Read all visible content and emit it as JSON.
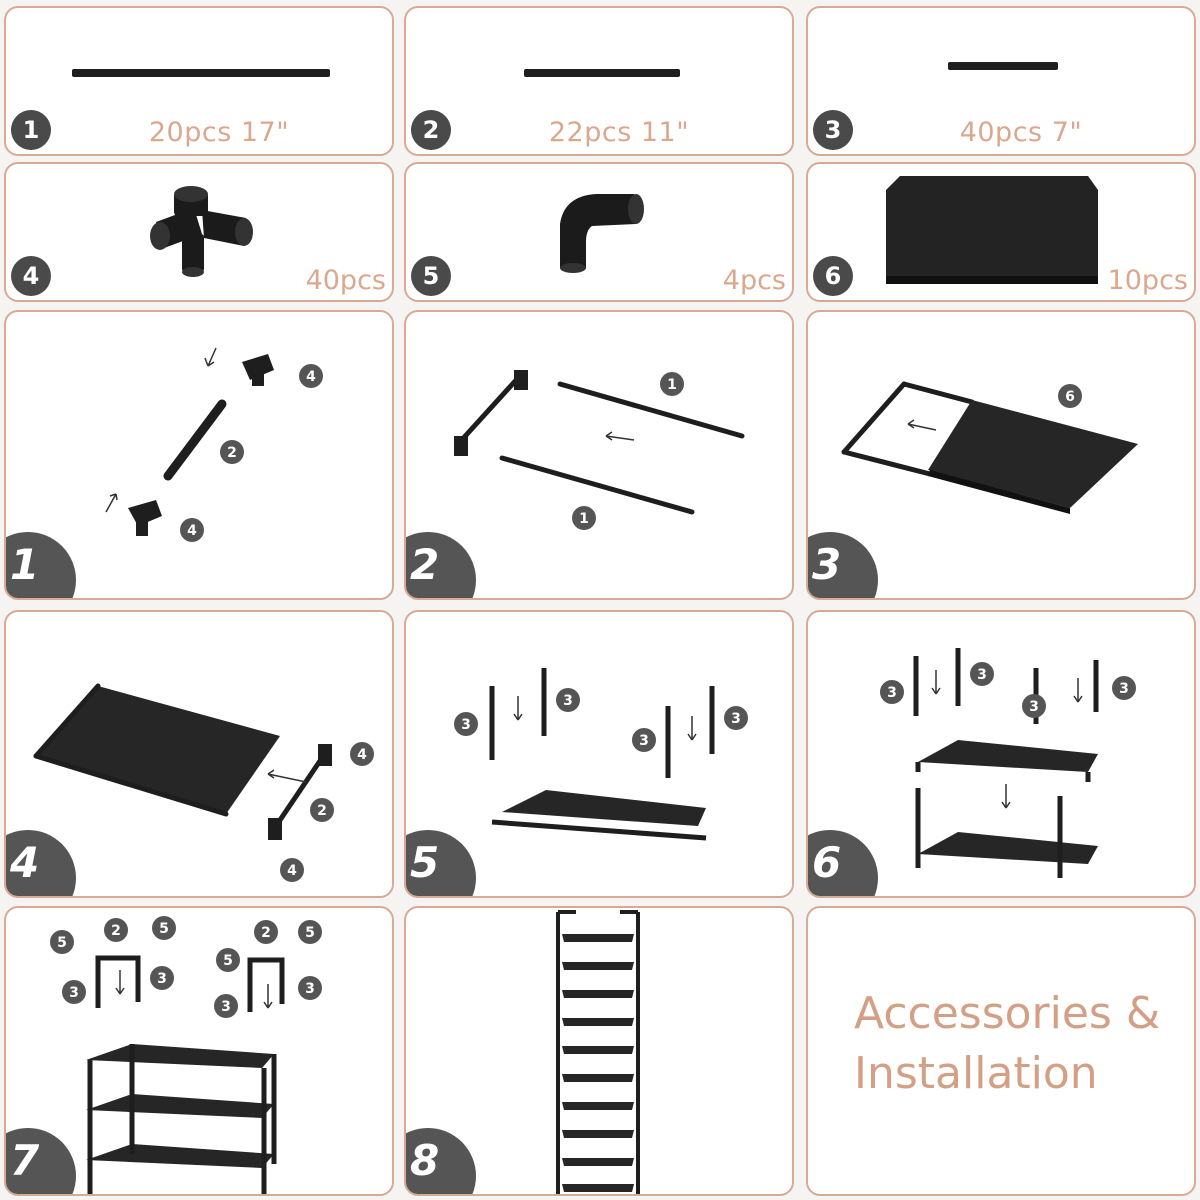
{
  "parts": [
    {
      "number": "1",
      "quantity": "20pcs 17\""
    },
    {
      "number": "2",
      "quantity": "22pcs 11\""
    },
    {
      "number": "3",
      "quantity": "40pcs 7\""
    },
    {
      "number": "4",
      "quantity": "40pcs"
    },
    {
      "number": "5",
      "quantity": "4pcs"
    },
    {
      "number": "6",
      "quantity": "10pcs"
    }
  ],
  "steps": [
    "1",
    "2",
    "3",
    "4",
    "5",
    "6",
    "7",
    "8"
  ],
  "title": {
    "line1": "Accessories &",
    "line2": "Installation"
  },
  "colors": {
    "border": "#d8aa94",
    "accent_text": "#d9a88e",
    "badge": "#4a4a4a",
    "part": "#1e1e1e"
  },
  "icons": {
    "badge": "number-badge-icon",
    "arrow": "down-arrow-icon"
  }
}
